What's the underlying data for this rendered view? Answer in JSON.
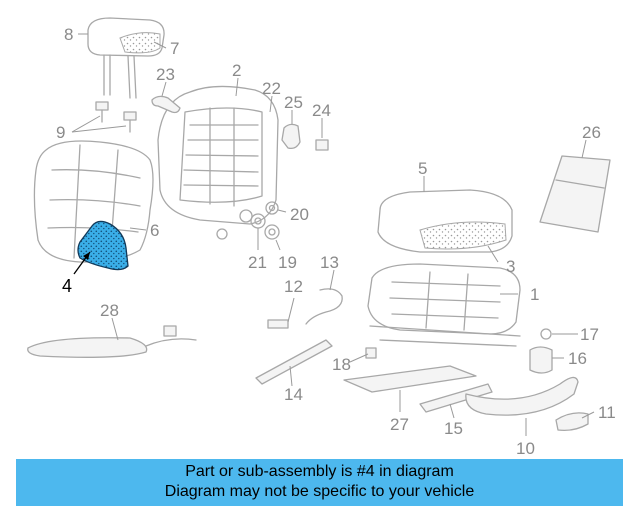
{
  "highlight_color": "#3aaee8",
  "banner_color": "#4db8ee",
  "highlighted_part": "4",
  "callouts": {
    "c1": "1",
    "c2": "2",
    "c3": "3",
    "c4": "4",
    "c5": "5",
    "c6": "6",
    "c7": "7",
    "c8": "8",
    "c9": "9",
    "c10": "10",
    "c11": "11",
    "c12": "12",
    "c13": "13",
    "c14": "14",
    "c15": "15",
    "c16": "16",
    "c17": "17",
    "c18": "18",
    "c19": "19",
    "c20": "20",
    "c21": "21",
    "c22": "22",
    "c23": "23",
    "c24": "24",
    "c25": "25",
    "c26": "26",
    "c27": "27",
    "c28": "28"
  },
  "banner": {
    "line1": "Part or sub-assembly is #4 in diagram",
    "line2": "Diagram may not be specific to your vehicle"
  }
}
